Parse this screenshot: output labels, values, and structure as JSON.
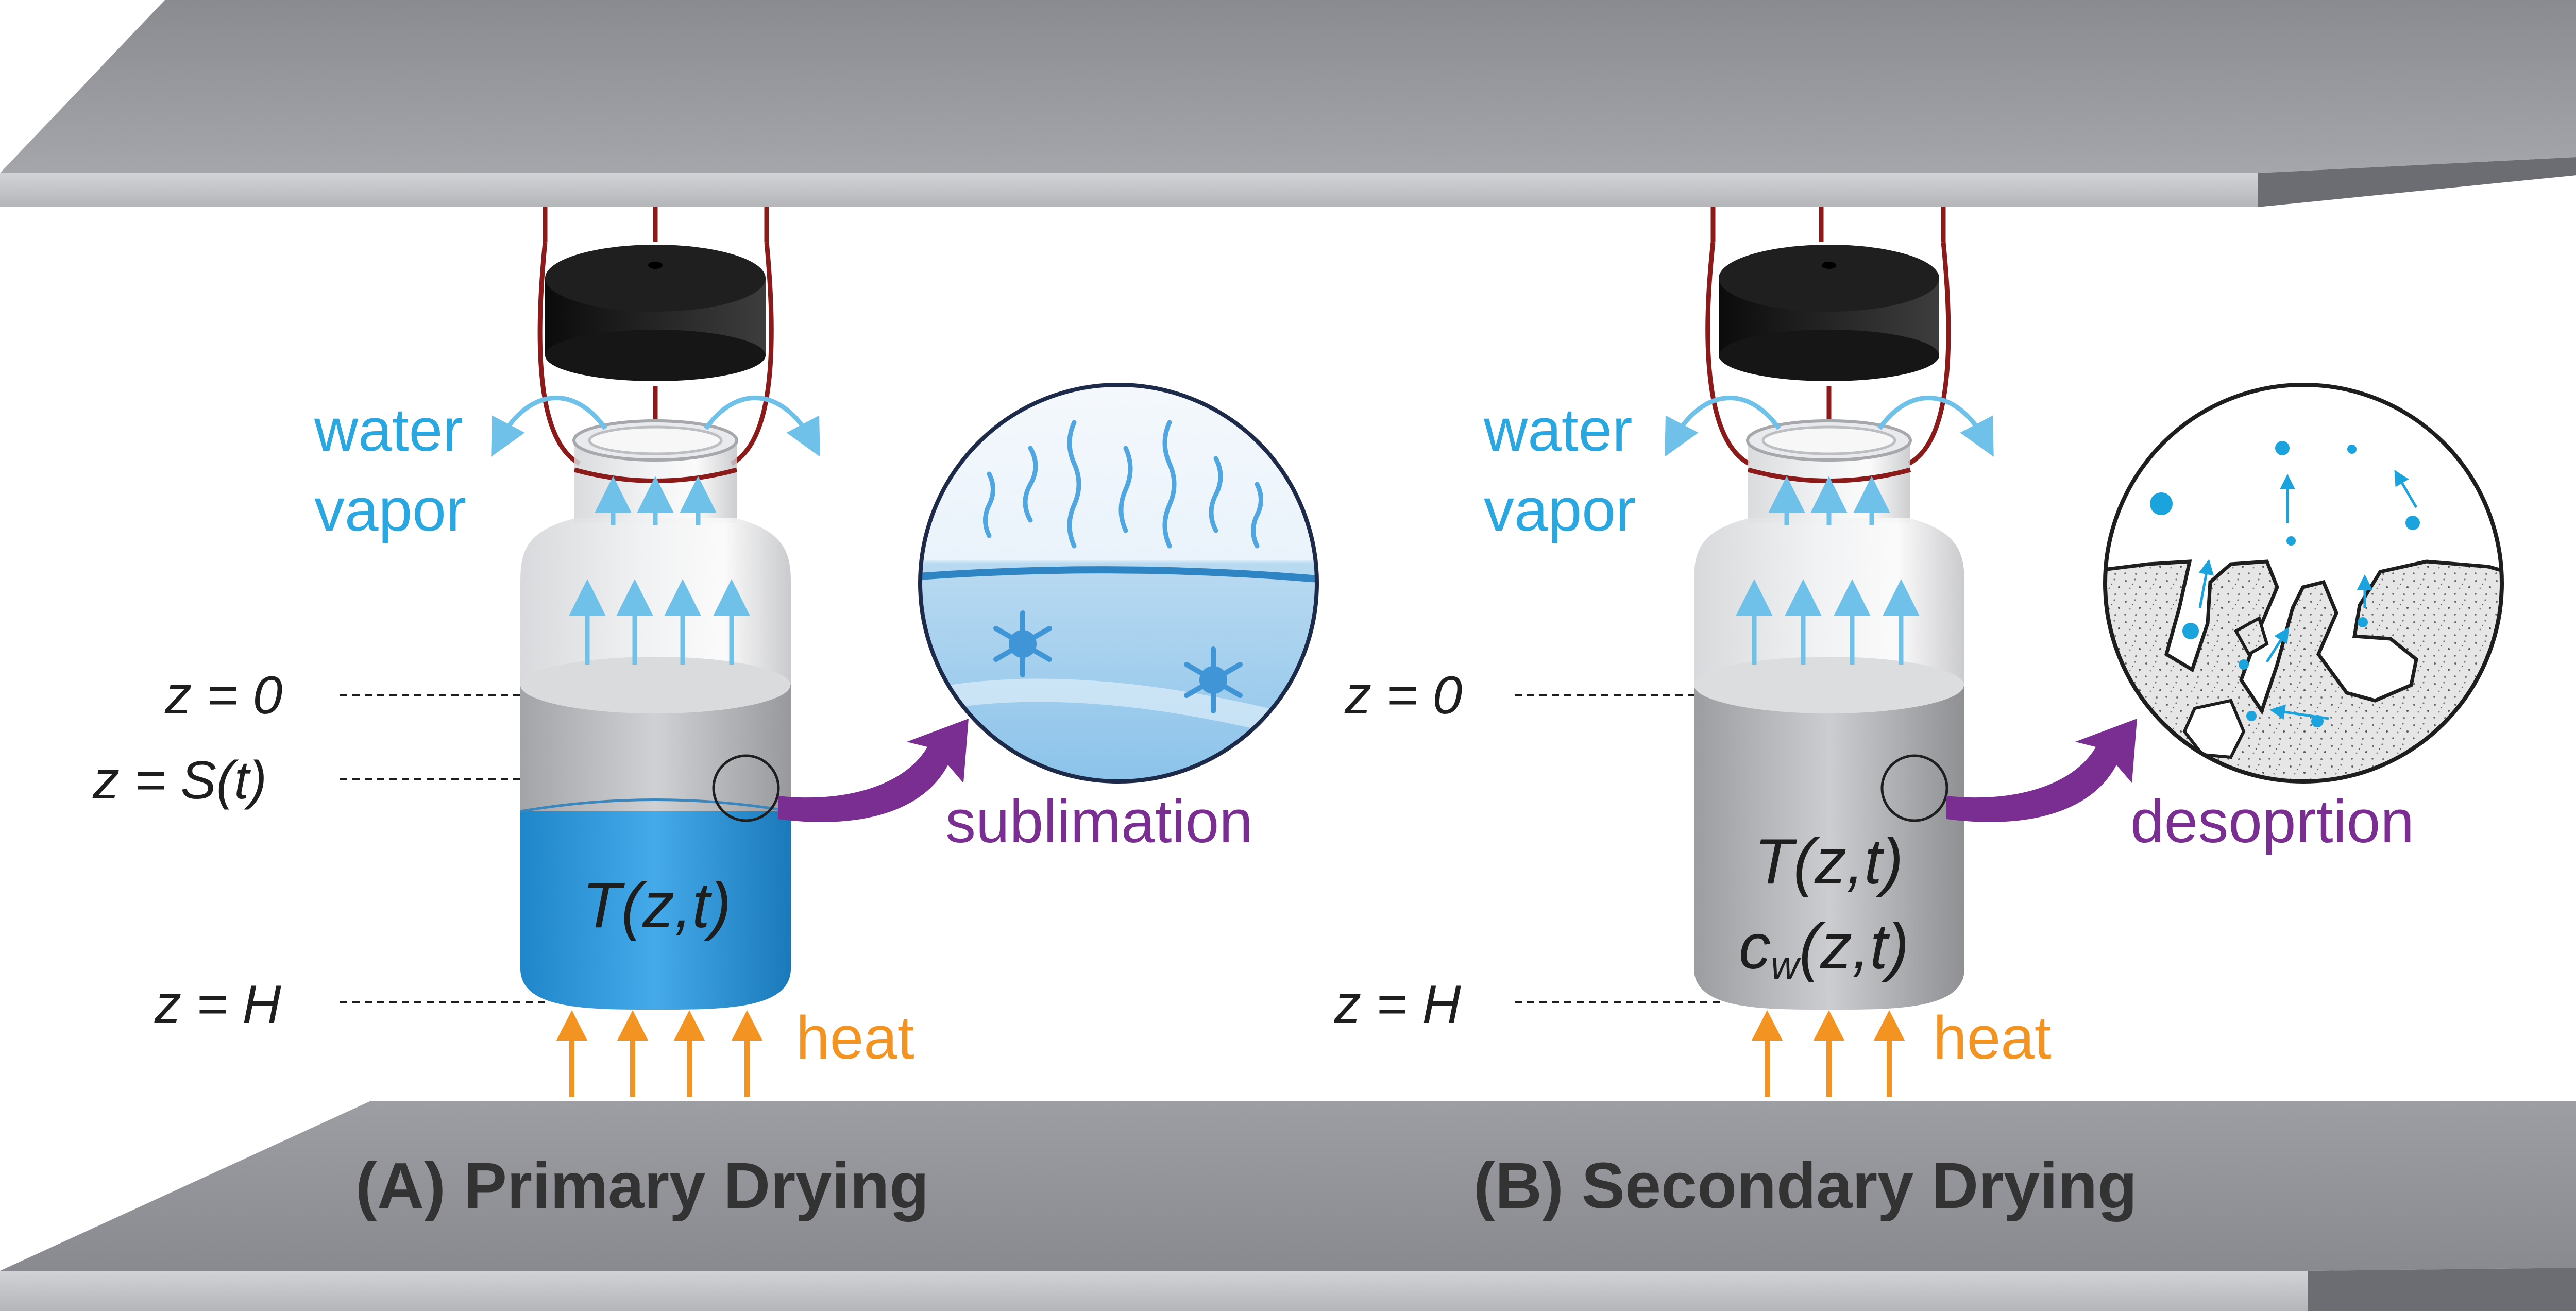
{
  "colors": {
    "plate": "#8e8f94",
    "liquid": "#3a9ee0",
    "vapor": "#2aa7e0",
    "heat": "#f39322",
    "process": "#7b2e91",
    "wire": "#8b1a1a",
    "cap": "#1e1e1e"
  },
  "panelA": {
    "caption": "(A) Primary Drying",
    "vapor_line1": "water",
    "vapor_line2": "vapor",
    "z_top": "z = 0",
    "z_front": "z = S(t)",
    "z_bottom": "z = H",
    "field": "T(z,t)",
    "heat": "heat",
    "process": "sublimation"
  },
  "panelB": {
    "caption": "(B) Secondary Drying",
    "vapor_line1": "water",
    "vapor_line2": "vapor",
    "z_top": "z = 0",
    "z_bottom": "z = H",
    "field1": "T(z,t)",
    "field2_main": "c",
    "field2_sub": "w",
    "field2_rest": "(z,t)",
    "heat": "heat",
    "process": "desoprtion"
  }
}
